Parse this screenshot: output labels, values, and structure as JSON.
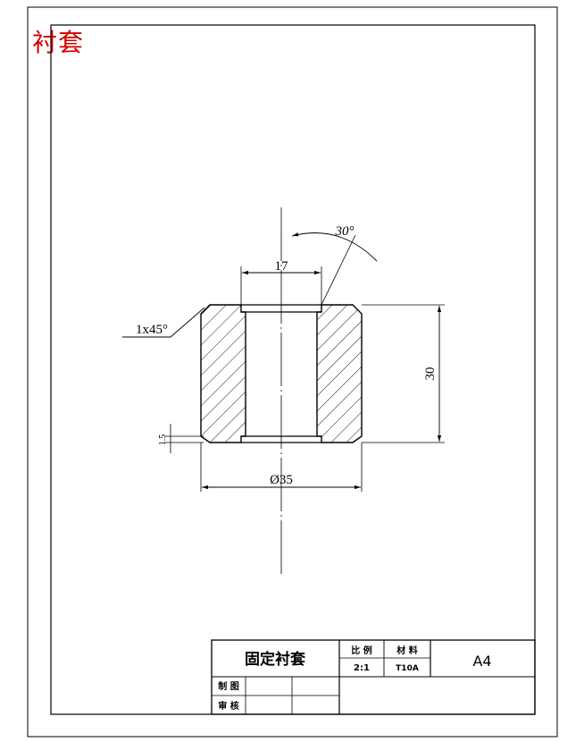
{
  "corner_title": "衬套",
  "drawing": {
    "dimensions": {
      "inner_diameter": "17",
      "angle": "30°",
      "chamfer": "1x45°",
      "height": "30",
      "groove": "1.5",
      "outer_diameter": "Ø35"
    }
  },
  "title_block": {
    "part_name": "固定衬套",
    "scale_label": "比 例",
    "scale_value": "2:1",
    "material_label": "材 料",
    "material_value": "T10A",
    "sheet_size": "A4",
    "drawn_label": "制 图",
    "checked_label": "审 核"
  },
  "colors": {
    "lines": "#000000",
    "corner_title": "#d40000"
  }
}
